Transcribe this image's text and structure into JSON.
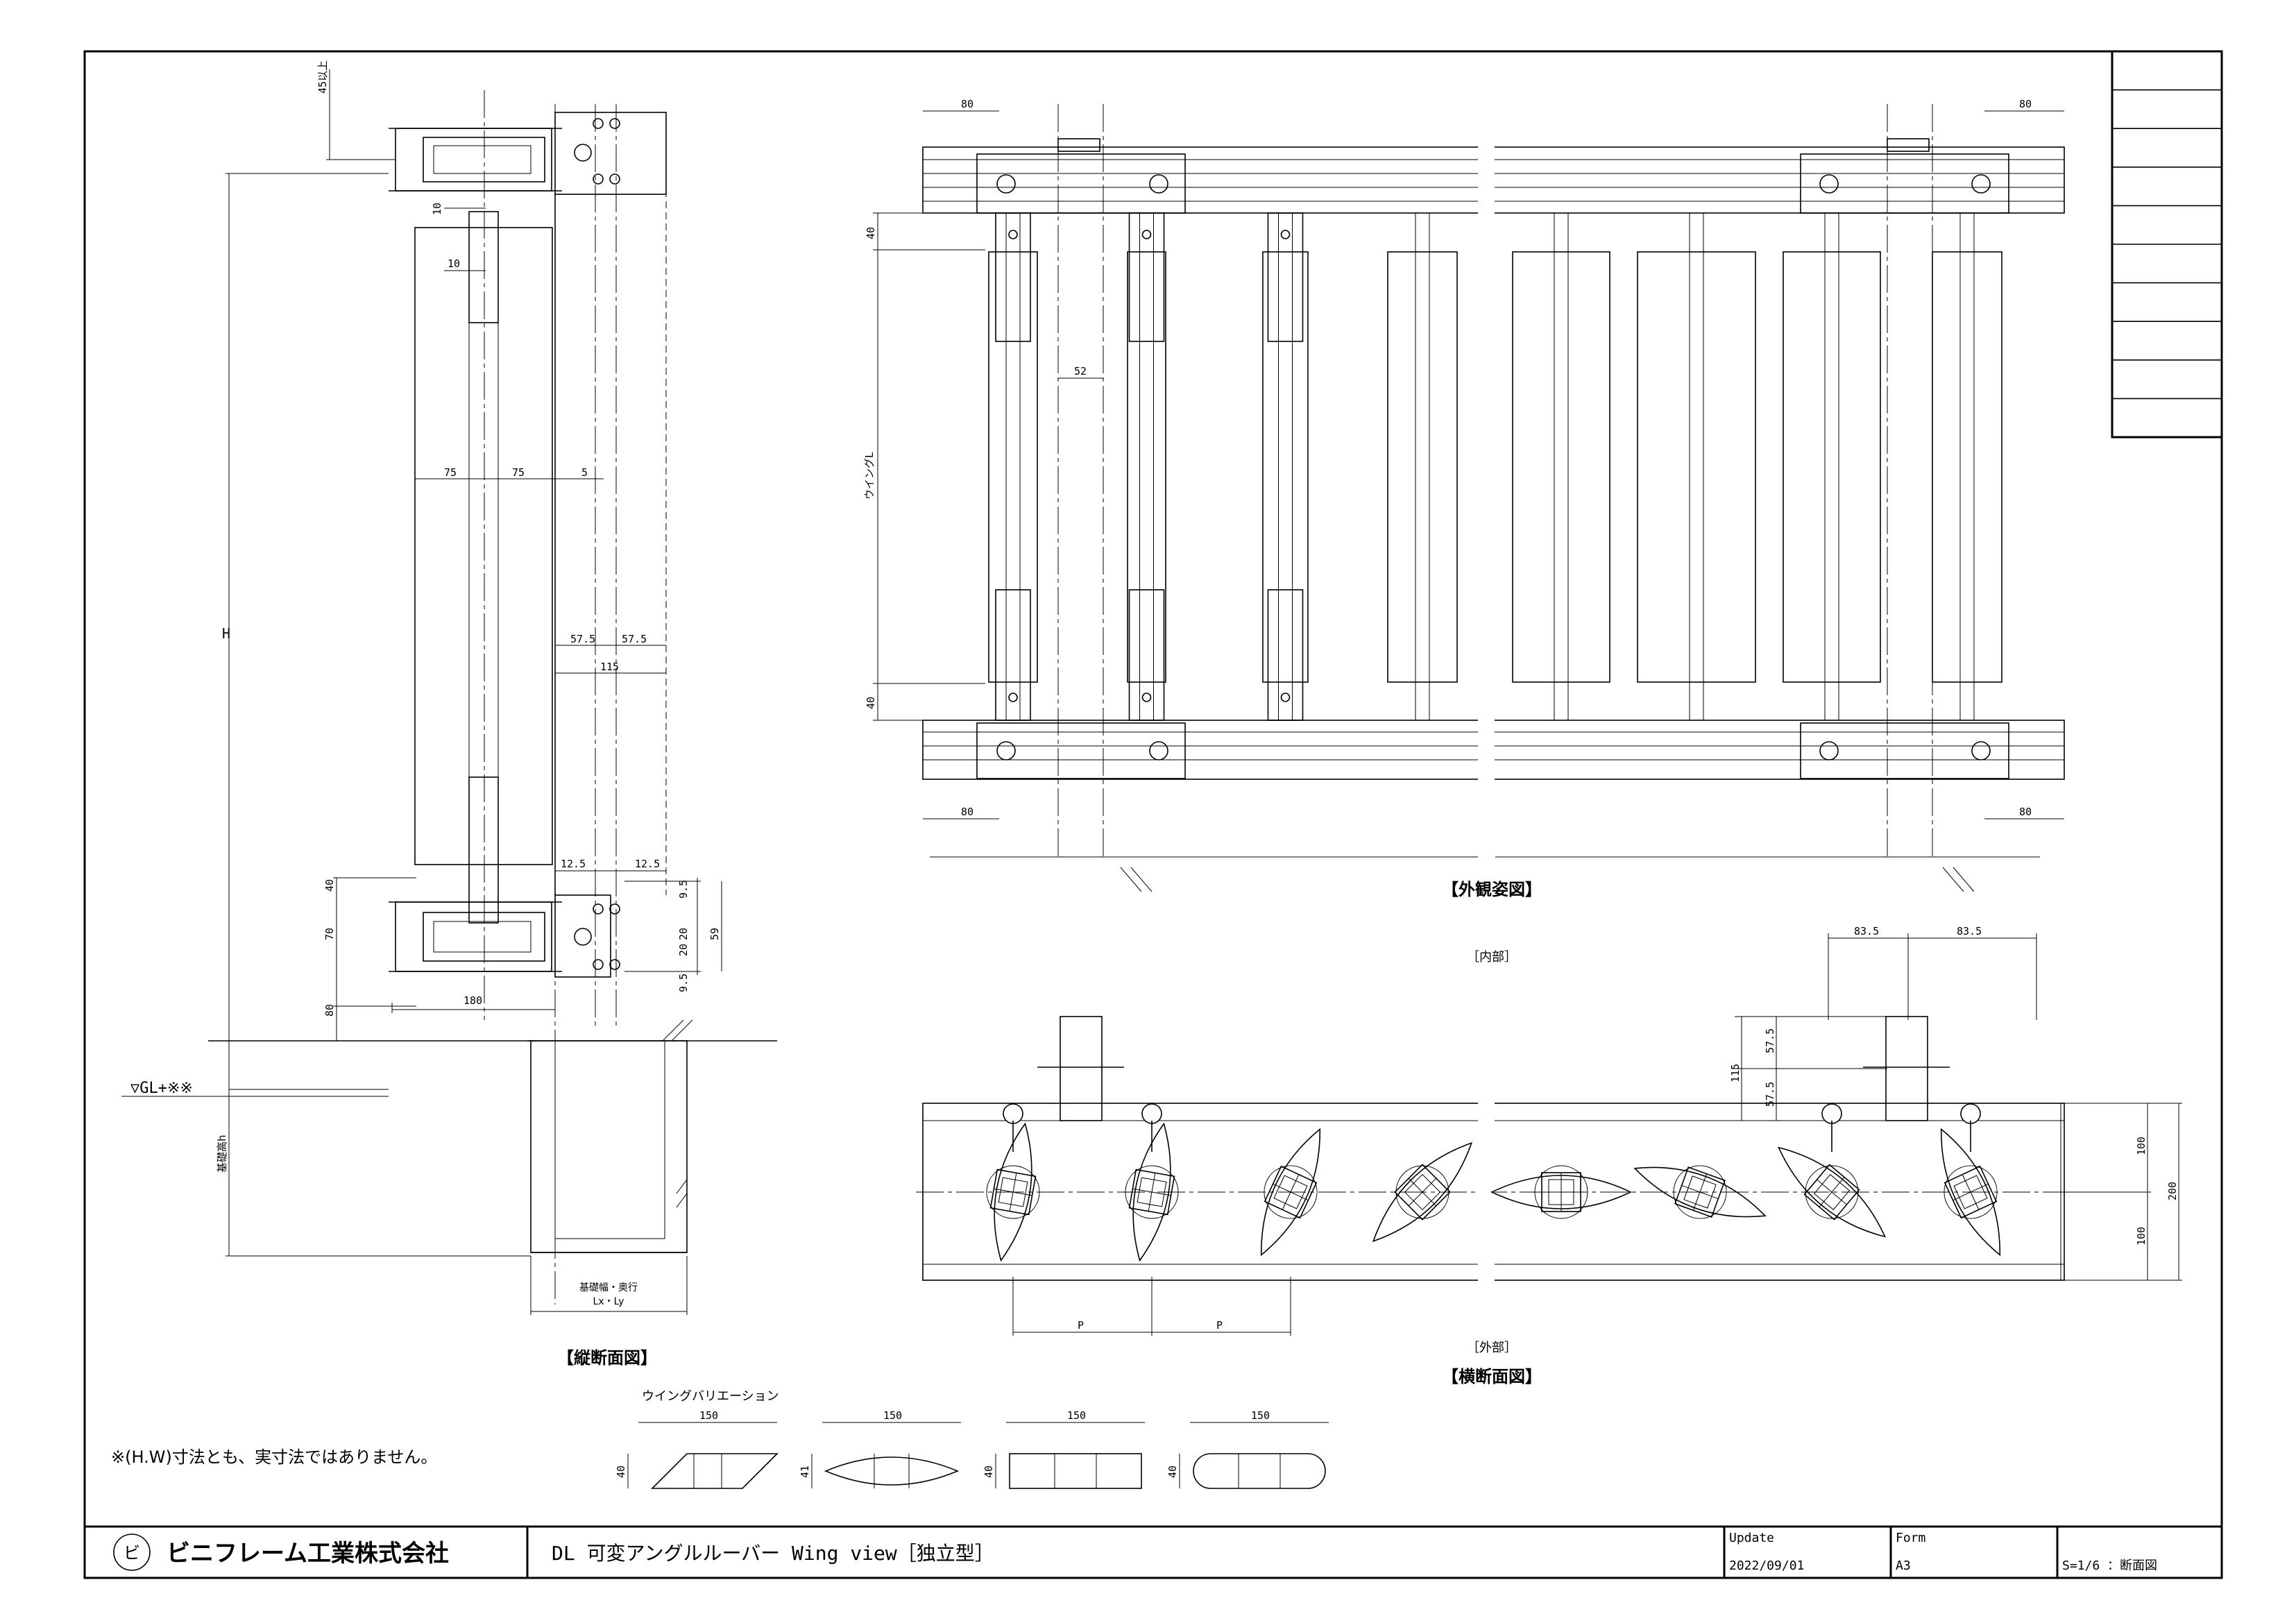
{
  "labels": {
    "vertical_section": "【縦断面図】",
    "exterior_view": "【外観姿図】",
    "horizontal_section": "【横断面図】",
    "interior": "［内部］",
    "exterior": "［外部］",
    "wing_variation": "ウイングバリエーション",
    "wing_length": "ウイングL",
    "height": "H",
    "gl": "▽GL+※※",
    "foundation_height": "基礎高h",
    "foundation_size_1": "基礎幅・奥行",
    "foundation_size_2": "Lx・Ly",
    "over_45": "45以上",
    "pitch": "P"
  },
  "note": "※(H.W)寸法とも、実寸法ではありません。",
  "dimensions": {
    "d10": "10",
    "d75": "75",
    "d5": "5",
    "d57_5": "57.5",
    "d115": "115",
    "d12_5": "12.5",
    "d9_5": "9.5",
    "d20": "20",
    "d59": "59",
    "d40": "40",
    "d70": "70",
    "d80": "80",
    "d180": "180",
    "d52": "52",
    "d83_5": "83.5",
    "d100": "100",
    "d200": "200",
    "d150": "150",
    "d41": "41"
  },
  "title_block": {
    "company": "ビニフレーム工業株式会社",
    "logo_mark": "ビ",
    "drawing_title": "DL 可変アングルルーバー Wing view［独立型］",
    "update_label": "Update",
    "update_date": "2022/09/01",
    "form_label": "Form",
    "form_value": "A3",
    "scale": "S=1/6 ：断面図"
  },
  "revision_rows": 10
}
